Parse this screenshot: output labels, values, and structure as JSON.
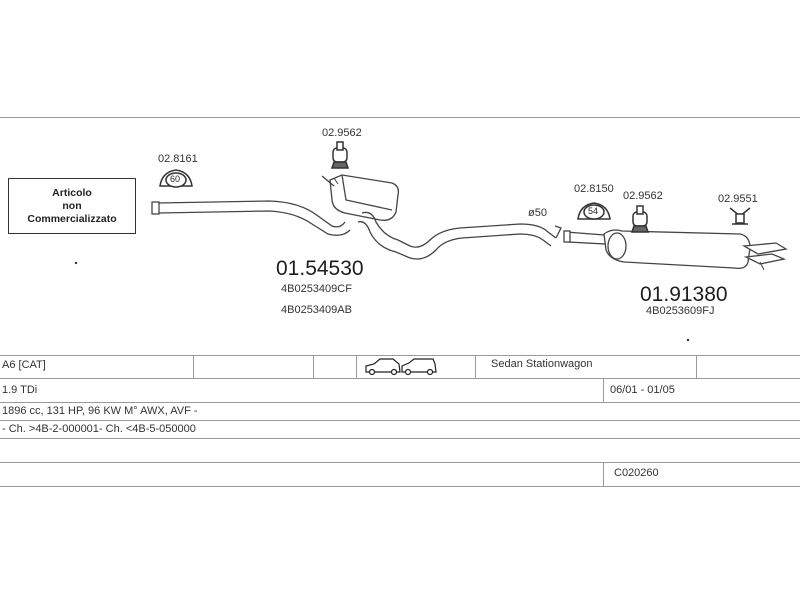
{
  "diagram": {
    "not_marketed": [
      "Articolo",
      "non",
      "Commercializzato"
    ],
    "diameter_label": "ø50",
    "mounts": [
      {
        "code": "02.8161",
        "number": "60",
        "icon": "rubber-ring-mount-icon"
      },
      {
        "code": "02.9562",
        "icon": "hanger-clamp-icon"
      },
      {
        "code": "02.8150",
        "number": "54",
        "icon": "rubber-ring-mount-icon"
      },
      {
        "code": "02.9562",
        "icon": "hanger-clamp-icon"
      },
      {
        "code": "02.9551",
        "icon": "hanger-bracket-icon"
      }
    ],
    "parts": [
      {
        "code": "01.54530",
        "refs": [
          "4B0253409CF",
          "4B0253409AB"
        ]
      },
      {
        "code": "01.91380",
        "refs": [
          "4B0253609FJ"
        ]
      }
    ]
  },
  "table": {
    "model": "A6  [CAT]",
    "body_icons": [
      "sedan-car-icon",
      "wagon-car-icon"
    ],
    "body_types": "Sedan  Stationwagon",
    "engine": "1.9 TDi",
    "years": "06/01 - 01/05",
    "specs": "1896 cc, 131 HP, 96 KW M° AWX, AVF -",
    "chassis": "- Ch. >4B-2-000001- Ch. <4B-5-050000",
    "catalog_code": "C020260"
  }
}
